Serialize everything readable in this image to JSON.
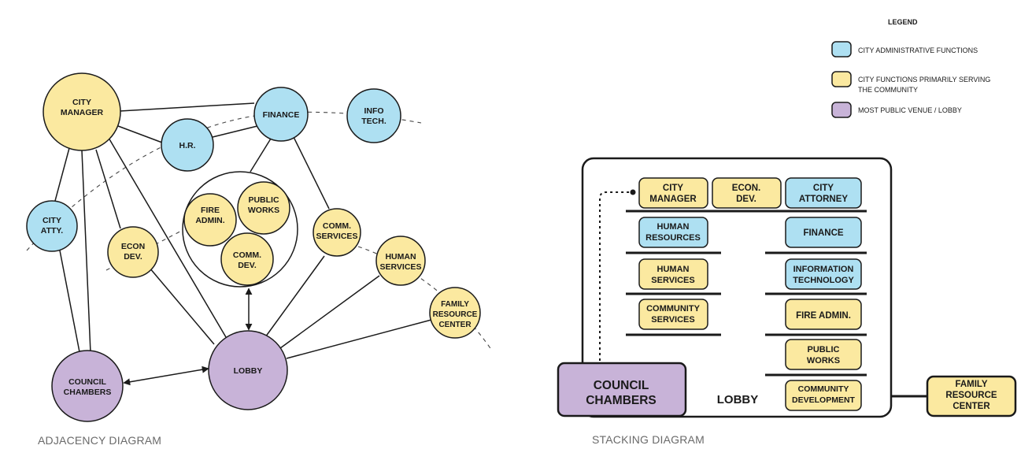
{
  "colors": {
    "admin": "#aee0f2",
    "community": "#fbe9a0",
    "public": "#c8b3d8",
    "stroke": "#1a1a1a"
  },
  "legend": {
    "title": "LEGEND",
    "items": [
      {
        "color": "#aee0f2",
        "label": "CITY ADMINISTRATIVE FUNCTIONS"
      },
      {
        "color": "#fbe9a0",
        "label": "CITY FUNCTIONS PRIMARILY SERVING",
        "label2": "THE COMMUNITY"
      },
      {
        "color": "#c8b3d8",
        "label": "MOST PUBLIC VENUE / LOBBY"
      }
    ]
  },
  "adjacency": {
    "caption": "ADJACENCY DIAGRAM",
    "nodes": {
      "city_manager": [
        "CITY",
        "MANAGER"
      ],
      "finance": [
        "FINANCE"
      ],
      "info_tech": [
        "INFO",
        "TECH."
      ],
      "hr": [
        "H.R."
      ],
      "city_atty": [
        "CITY",
        "ATTY."
      ],
      "econ_dev": [
        "ECON",
        "DEV."
      ],
      "fire_admin": [
        "FIRE",
        "ADMIN."
      ],
      "public_works": [
        "PUBLIC",
        "WORKS"
      ],
      "comm_dev": [
        "COMM.",
        "DEV."
      ],
      "comm_services": [
        "COMM.",
        "SERVICES"
      ],
      "human_services": [
        "HUMAN",
        "SERVICES"
      ],
      "family_resource": [
        "FAMILY",
        "RESOURCE",
        "CENTER"
      ],
      "lobby": [
        "LOBBY"
      ],
      "council": [
        "COUNCIL",
        "CHAMBERS"
      ]
    }
  },
  "stacking": {
    "caption": "STACKING DIAGRAM",
    "lobby_label": "LOBBY",
    "council": [
      "COUNCIL",
      "CHAMBERS"
    ],
    "family_resource": [
      "FAMILY",
      "RESOURCE",
      "CENTER"
    ],
    "boxes": {
      "city_manager": [
        "CITY",
        "MANAGER"
      ],
      "econ_dev": [
        "ECON.",
        "DEV."
      ],
      "city_attorney": [
        "CITY",
        "ATTORNEY"
      ],
      "human_resources": [
        "HUMAN",
        "RESOURCES"
      ],
      "finance": [
        "FINANCE"
      ],
      "human_services": [
        "HUMAN",
        "SERVICES"
      ],
      "information_technology": [
        "INFORMATION",
        "TECHNOLOGY"
      ],
      "community_services": [
        "COMMUNITY",
        "SERVICES"
      ],
      "fire_admin": [
        "FIRE ADMIN."
      ],
      "public_works": [
        "PUBLIC",
        "WORKS"
      ],
      "community_development": [
        "COMMUNITY",
        "DEVELOPMENT"
      ]
    }
  }
}
